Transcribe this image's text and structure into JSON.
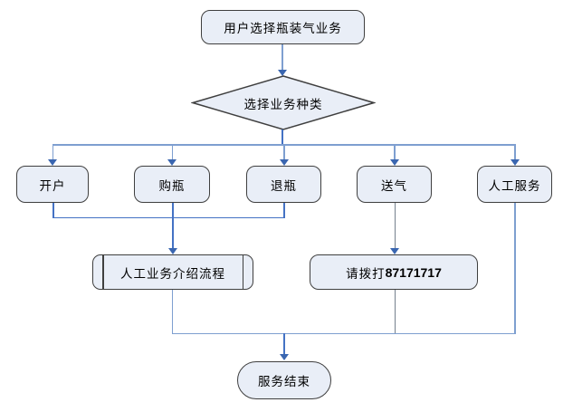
{
  "colors": {
    "background": "#FFFFFF",
    "node_fill": "#E9EEF7",
    "node_border": "#3F3F3F",
    "line_blue": "#7E9FD0",
    "line_blue_dark": "#4472C4",
    "line_gray": "#75808E",
    "arrow_blue": "#3A66B0",
    "text": "#000000"
  },
  "flowchart": {
    "start": {
      "label": "用户选择瓶装气业务",
      "shape": "rounded-rectangle"
    },
    "decision": {
      "label": "选择业务种类",
      "shape": "diamond"
    },
    "branches": [
      {
        "label": "开户"
      },
      {
        "label": "购瓶"
      },
      {
        "label": "退瓶"
      },
      {
        "label": "送气"
      },
      {
        "label": "人工服务"
      }
    ],
    "manual_intro": {
      "label": "人工业务介绍流程",
      "shape": "predefined-process"
    },
    "call": {
      "prefix": "请拨打",
      "phone": "87171717"
    },
    "end": {
      "label": "服务结束",
      "shape": "terminator"
    }
  }
}
